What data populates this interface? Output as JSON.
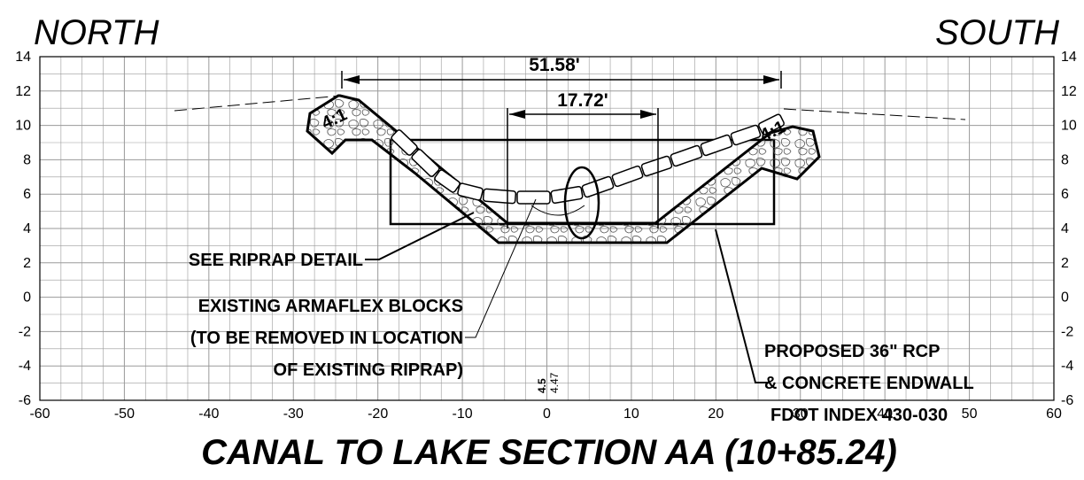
{
  "labels": {
    "north": "NORTH",
    "south": "SOUTH",
    "title": "CANAL TO LAKE SECTION AA (10+85.24)",
    "dim_outer": "51.58'",
    "dim_inner": "17.72'",
    "slope_left": "4:1",
    "slope_right": "4:1",
    "callout_riprap": "SEE RIPRAP DETAIL",
    "callout_armaflex": [
      "EXISTING ARMAFLEX BLOCKS",
      "(TO BE REMOVED IN LOCATION",
      "OF EXISTING RIPRAP)"
    ],
    "callout_rcp": [
      "PROPOSED 36\" RCP",
      "& CONCRETE ENDWALL",
      "FDOT INDEX 430-030"
    ],
    "vertical_label_a": "4.5",
    "vertical_label_b": "4.47"
  },
  "axes": {
    "x_ticks": [
      "-60",
      "-50",
      "-40",
      "-30",
      "-20",
      "-10",
      "0",
      "10",
      "20",
      "30",
      "40",
      "50",
      "60"
    ],
    "y_ticks_left": [
      "14",
      "12",
      "10",
      "8",
      "6",
      "4",
      "2",
      "0",
      "-2",
      "-4",
      "-6"
    ],
    "y_ticks_right": [
      "14",
      "12",
      "10",
      "8",
      "6",
      "4",
      "2",
      "0",
      "-2",
      "-4",
      "-6"
    ],
    "x_range": [
      -60,
      60
    ],
    "y_range": [
      -6,
      14
    ],
    "grid": "on"
  },
  "colors": {
    "ink": "#000000",
    "grid": "#9a9a9a",
    "background": "#ffffff"
  }
}
